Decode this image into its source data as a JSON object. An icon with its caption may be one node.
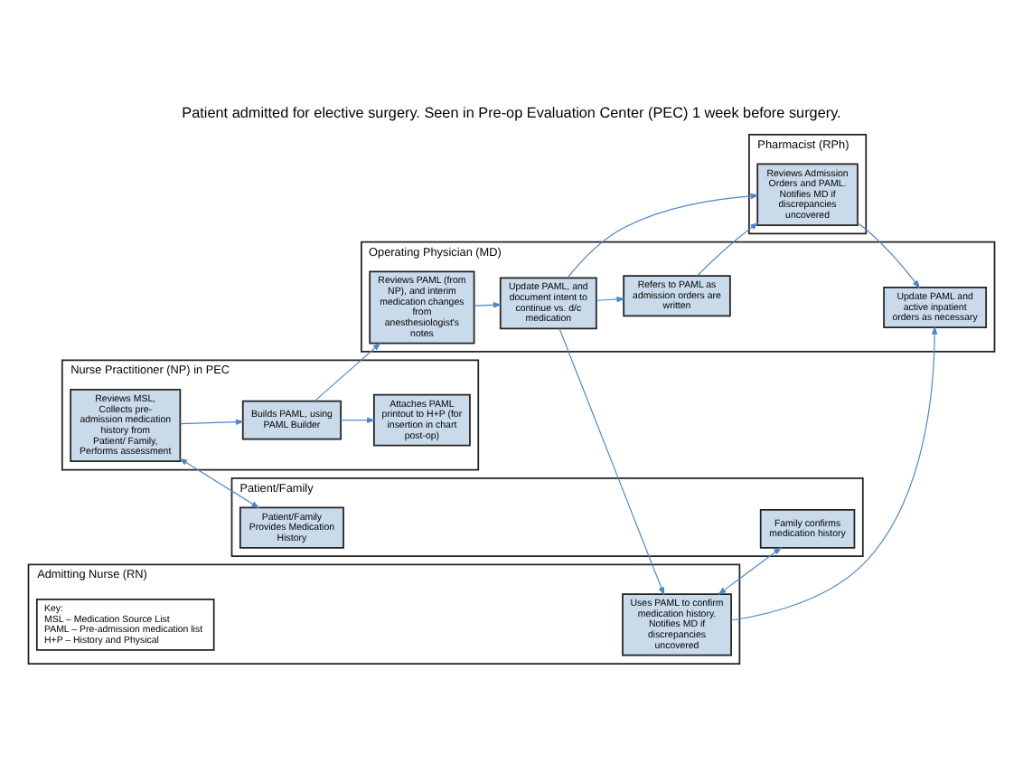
{
  "diagram": {
    "title": "Patient admitted for elective surgery. Seen in Pre-op Evaluation Center (PEC) 1 week before surgery.",
    "nodes": [
      {
        "text": [
          "Patient/Family"
        ]
      },
      {
        "text": [
          "Nurse Practitioner (NP) in PEC"
        ]
      },
      {
        "text": [
          "Operating Physician (MD)"
        ]
      },
      {
        "text": [
          "Pharmacist (RPh)"
        ]
      },
      {
        "text": [
          "Admitting Nurse (RN)"
        ]
      },
      {
        "text": [
          "Patient/Family Provides Medication History"
        ],
        "in": 0
      },
      {
        "text": [
          "Family confirms medication history"
        ],
        "in": 0
      },
      {
        "text": [
          "Reviews MSL, Collects pre-admission medication history from Patient/ Family, Performs assessment"
        ],
        "in": 1
      },
      {
        "text": [
          "Builds PAML, using PAML Builder"
        ],
        "in": 1
      },
      {
        "text": [
          "Attaches PAML printout to H+P (for insertion in chart post-op)"
        ],
        "in": 1
      },
      {
        "text": [
          "Reviews PAML (from NP), and interim medication changes from anesthesiologist's notes"
        ],
        "in": 2
      },
      {
        "text": [
          "Update PAML, and document intent to continue vs. d/c medication"
        ],
        "in": 2
      },
      {
        "text": [
          "Refers to PAML as admission orders are written"
        ],
        "in": 2
      },
      {
        "text": [
          "Update PAML and active inpatient orders as necessary"
        ],
        "in": 2
      },
      {
        "text": [
          "Reviews Admission Orders and PAML. Notifies MD if discrepancies uncovered"
        ],
        "in": 3
      },
      {
        "text": [
          "Key:",
          "MSL – Medication Source List",
          "PAML – Pre-admission medication list",
          "H+P – History and Physical"
        ],
        "in": 4
      },
      {
        "text": [
          "Uses PAML to confirm medication history. Notifies MD if discrepancies uncovered"
        ],
        "in": 4
      }
    ],
    "edges": [
      {
        "from": 7,
        "to": 5,
        "arrow": "both"
      },
      {
        "from": 7,
        "to": 8,
        "arrow": "to"
      },
      {
        "from": 8,
        "to": 9,
        "arrow": "to"
      },
      {
        "from": 8,
        "to": 10,
        "arrow": "to"
      },
      {
        "from": 10,
        "to": 11,
        "arrow": "to"
      },
      {
        "from": 11,
        "to": 12,
        "arrow": "to"
      },
      {
        "from": 12,
        "to": 14,
        "arrow": "to"
      },
      {
        "from": 11,
        "to": 14,
        "arrow": "to"
      },
      {
        "from": 11,
        "to": 16,
        "arrow": "to"
      },
      {
        "from": 14,
        "to": 13,
        "arrow": "to"
      },
      {
        "from": 16,
        "to": 13,
        "arrow": "to"
      },
      {
        "from": 16,
        "to": 6,
        "arrow": "both"
      }
    ]
  }
}
